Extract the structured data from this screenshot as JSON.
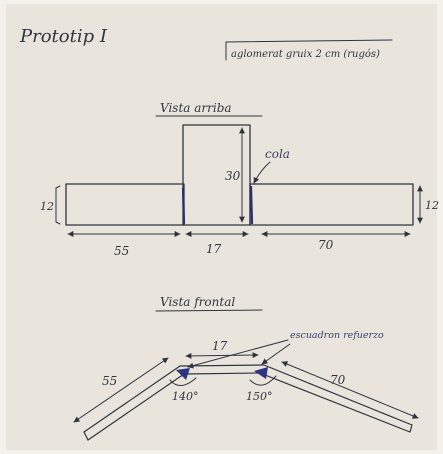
{
  "title": "Prototip I",
  "material_note": "aglomerat gruix 2 cm (rugós)",
  "top_view": {
    "heading": "Vista arriba",
    "glue_label": "cola",
    "dims": {
      "left_length": "55",
      "middle_length": "17",
      "right_length": "70",
      "middle_height": "30",
      "left_height": "12",
      "right_height": "12"
    }
  },
  "front_view": {
    "heading": "Vista frontal",
    "reinforcement_label": "escuadron refuerzo",
    "dims": {
      "left_length": "55",
      "middle_length": "17",
      "right_length": "70",
      "left_angle": "140°",
      "right_angle": "150°"
    }
  },
  "colors": {
    "ink": "#2f3540",
    "glue": "#2b2f6b",
    "paper": "#e9e5dc"
  }
}
